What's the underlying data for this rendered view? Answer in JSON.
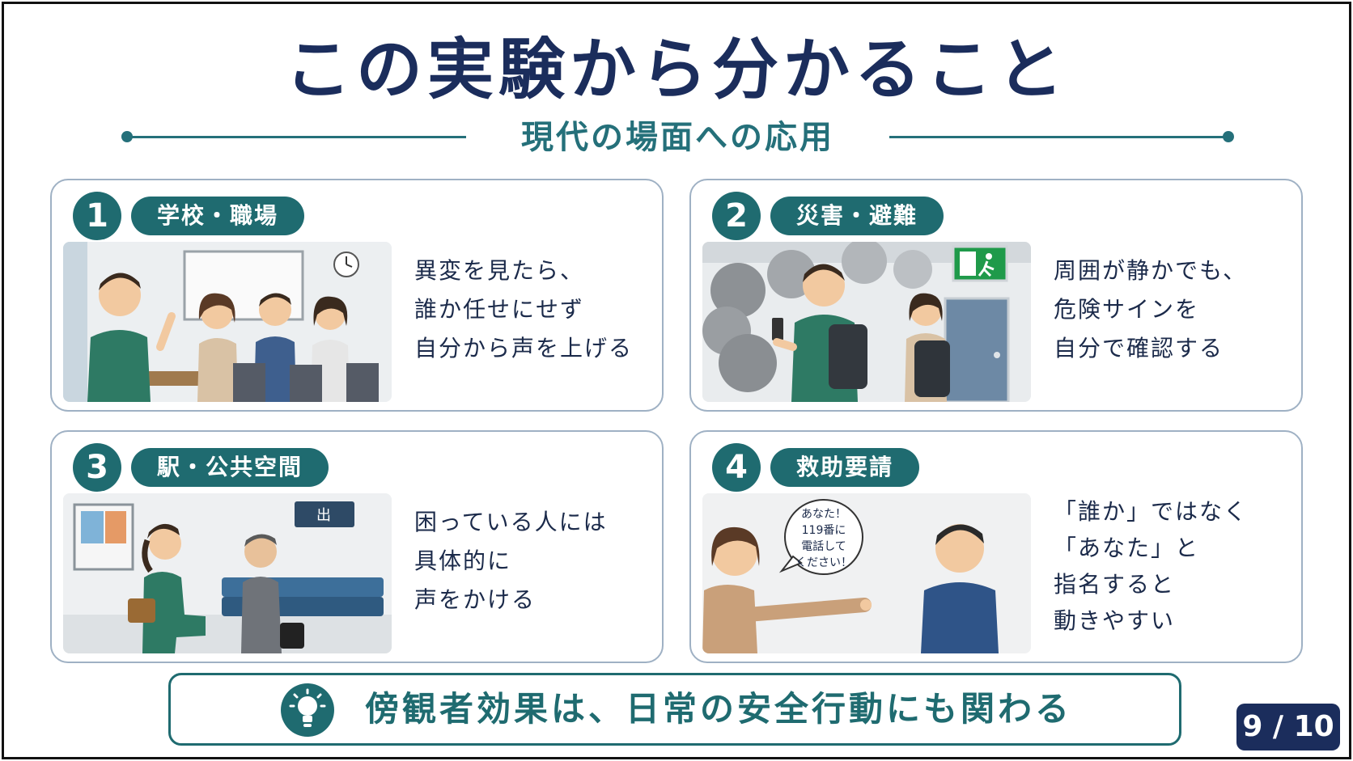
{
  "title": "この実験から分かること",
  "subtitle": "現代の場面への応用",
  "cards": [
    {
      "number": "1",
      "tag": "学校・職場",
      "lines": [
        "異変を見たら、",
        "誰か任せにせず",
        "自分から声を上げる"
      ]
    },
    {
      "number": "2",
      "tag": "災害・避難",
      "lines": [
        "周囲が静かでも、",
        "危険サインを",
        "自分で確認する"
      ]
    },
    {
      "number": "3",
      "tag": "駅・公共空間",
      "lines": [
        "困っている人には",
        "具体的に",
        "声をかける"
      ]
    },
    {
      "number": "4",
      "tag": "救助要請",
      "lines": [
        "「誰か」ではなく",
        "「あなた」と",
        "指名すると",
        "動きやすい"
      ]
    }
  ],
  "scene3_sign": "出",
  "speech_bubble": [
    "あなた！",
    "119番に",
    "電話して",
    "ください！"
  ],
  "bottom_message": "傍観者効果は、日常の安全行動にも関わる",
  "page_number": "9 / 10",
  "colors": {
    "navy": "#1b2d5c",
    "teal": "#1f6b70",
    "card_border": "#9fb1c4"
  },
  "icons": {
    "bottom": "lightbulb-icon",
    "exit_sign": "exit-sign-icon"
  }
}
